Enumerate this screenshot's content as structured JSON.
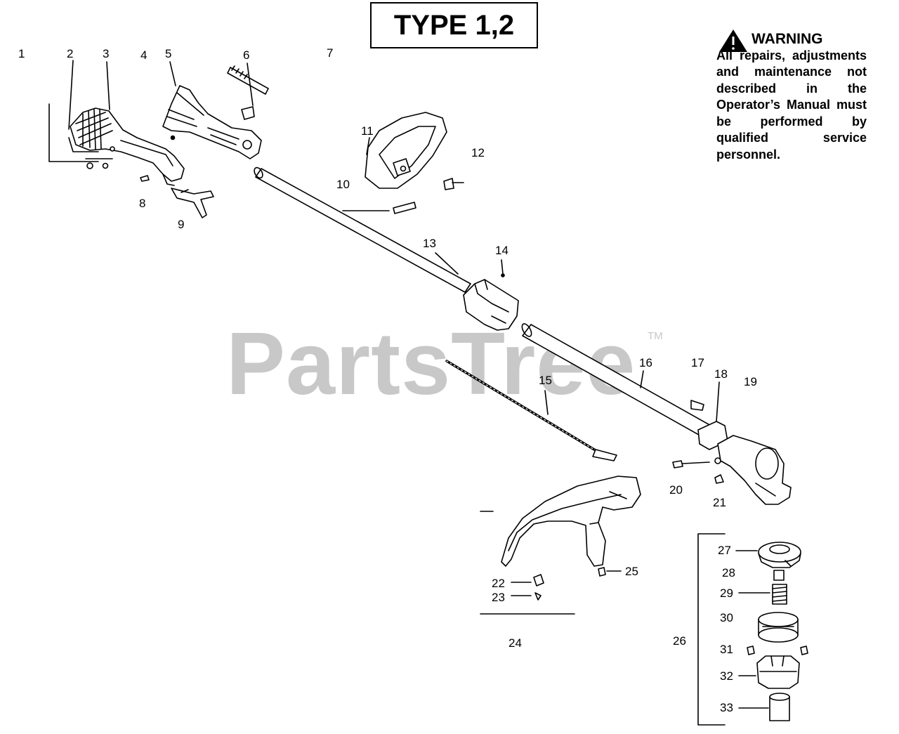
{
  "title": "TYPE 1,2",
  "warning": {
    "heading": "WARNING",
    "text": "All repairs, adjustments and maintenance not described in the Operator’s Manual must be performed by qualified service personnel."
  },
  "watermark": {
    "text": "PartsTree",
    "trademark": "TM"
  },
  "labels": [
    "1",
    "2",
    "3",
    "4",
    "5",
    "6",
    "7",
    "8",
    "9",
    "10",
    "11",
    "12",
    "13",
    "14",
    "15",
    "16",
    "17",
    "18",
    "19",
    "20",
    "21",
    "22",
    "23",
    "24",
    "25",
    "26",
    "27",
    "28",
    "29",
    "30",
    "31",
    "32",
    "33"
  ]
}
